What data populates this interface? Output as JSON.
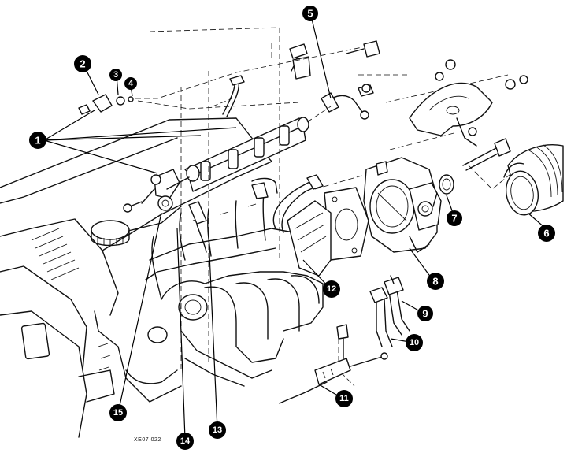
{
  "figure_code": "XE07 022",
  "callouts": [
    {
      "id": "1",
      "label": "1"
    },
    {
      "id": "2",
      "label": "2"
    },
    {
      "id": "3",
      "label": "3"
    },
    {
      "id": "4",
      "label": "4"
    },
    {
      "id": "5",
      "label": "5"
    },
    {
      "id": "6",
      "label": "6"
    },
    {
      "id": "7",
      "label": "7"
    },
    {
      "id": "8",
      "label": "8"
    },
    {
      "id": "9",
      "label": "9"
    },
    {
      "id": "10",
      "label": "10"
    },
    {
      "id": "11",
      "label": "11"
    },
    {
      "id": "12",
      "label": "12"
    },
    {
      "id": "13",
      "label": "13"
    },
    {
      "id": "14",
      "label": "14"
    },
    {
      "id": "15",
      "label": "15"
    }
  ]
}
